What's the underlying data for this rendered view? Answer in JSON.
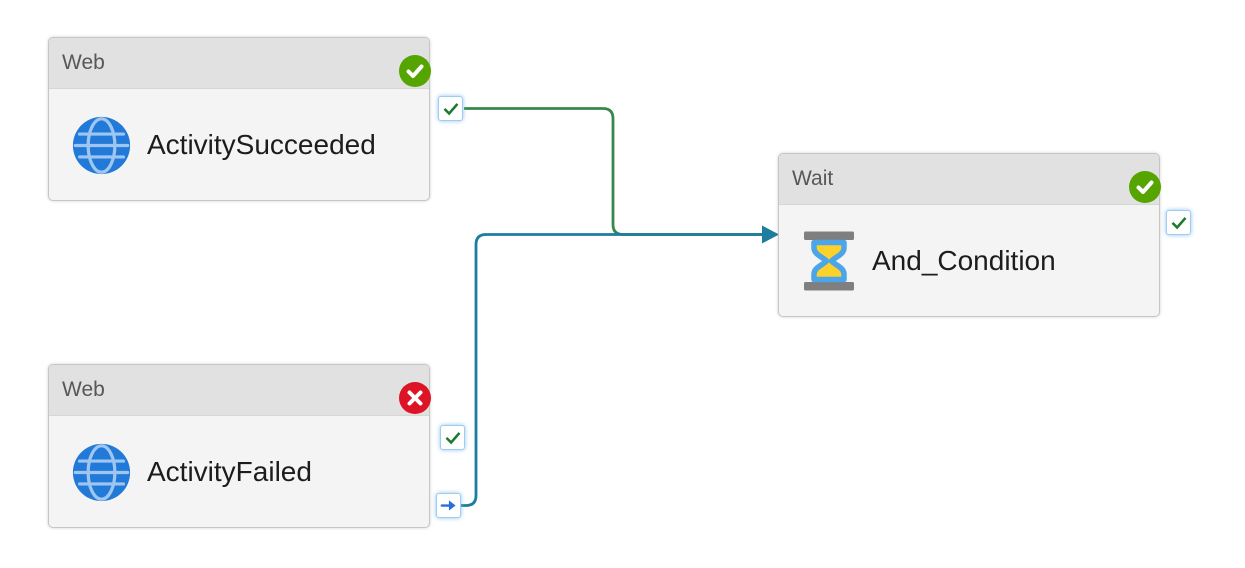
{
  "app": {
    "view": "pipeline-canvas"
  },
  "theme": {
    "canvas_bg": "#ffffff",
    "node_body_bg": "#f4f4f4",
    "node_header_bg": "#e1e1e1",
    "node_border": "#c6c6c6",
    "header_text": "#575757",
    "title_text": "#1c1c1c",
    "badge_success": "#55a400",
    "badge_failure": "#dc1425",
    "port_border": "#9ecdf2",
    "port_check": "#1c7a2e",
    "port_arrow": "#2a6fd6",
    "globe_fill": "#2179d8",
    "globe_lines": "#9fc6f0",
    "hourglass_glass": "#4ba5e8",
    "hourglass_sand": "#fbd12b",
    "hourglass_bars": "#7f7f7f",
    "edge_success": "#37884a",
    "edge_completion": "#1c7d9e"
  },
  "nodes": [
    {
      "type_label": "Web",
      "name": "ActivitySucceeded",
      "status_icon": "success-check-badge",
      "activity_icon": "globe-icon",
      "ports": [
        {
          "kind": "success",
          "icon": "check"
        }
      ]
    },
    {
      "type_label": "Web",
      "name": "ActivityFailed",
      "status_icon": "failure-x-badge",
      "activity_icon": "globe-icon",
      "ports": [
        {
          "kind": "success",
          "icon": "check"
        },
        {
          "kind": "completion",
          "icon": "blue-arrow"
        }
      ]
    },
    {
      "type_label": "Wait",
      "name": "And_Condition",
      "status_icon": "success-check-badge",
      "activity_icon": "hourglass-icon",
      "ports": [
        {
          "kind": "success",
          "icon": "check"
        }
      ]
    }
  ],
  "edges": [
    {
      "from": "ActivitySucceeded",
      "from_port": "success",
      "to": "And_Condition",
      "color": "#37884a"
    },
    {
      "from": "ActivityFailed",
      "from_port": "completion",
      "to": "And_Condition",
      "color": "#1c7d9e"
    }
  ]
}
